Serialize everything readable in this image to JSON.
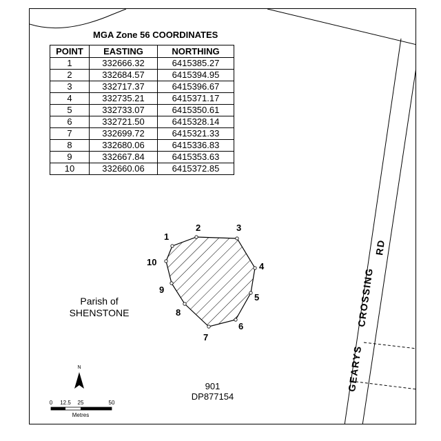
{
  "table": {
    "title": "MGA Zone 56 COORDINATES",
    "headers": [
      "POINT",
      "EASTING",
      "NORTHING"
    ],
    "rows": [
      [
        "1",
        "332666.32",
        "6415385.27"
      ],
      [
        "2",
        "332684.57",
        "6415394.95"
      ],
      [
        "3",
        "332717.37",
        "6415396.67"
      ],
      [
        "4",
        "332735.21",
        "6415371.17"
      ],
      [
        "5",
        "332733.07",
        "6415350.61"
      ],
      [
        "6",
        "332721.50",
        "6415328.14"
      ],
      [
        "7",
        "332699.72",
        "6415321.33"
      ],
      [
        "8",
        "332680.06",
        "6415336.83"
      ],
      [
        "9",
        "332667.84",
        "6415353.63"
      ],
      [
        "10",
        "332660.06",
        "6415372.85"
      ]
    ]
  },
  "polygon_points": [
    "1",
    "2",
    "3",
    "4",
    "5",
    "6",
    "7",
    "8",
    "9",
    "10"
  ],
  "parish": {
    "line1": "Parish of",
    "line2": "SHENSTONE"
  },
  "lot": {
    "number": "901",
    "plan": "DP877154"
  },
  "road": {
    "words": [
      "GEARYS",
      "CROSSING",
      "RD"
    ]
  },
  "north": {
    "label": "N"
  },
  "scale": {
    "ticks": [
      "0",
      "12.5",
      "25",
      "50"
    ],
    "unit": "Metres"
  }
}
